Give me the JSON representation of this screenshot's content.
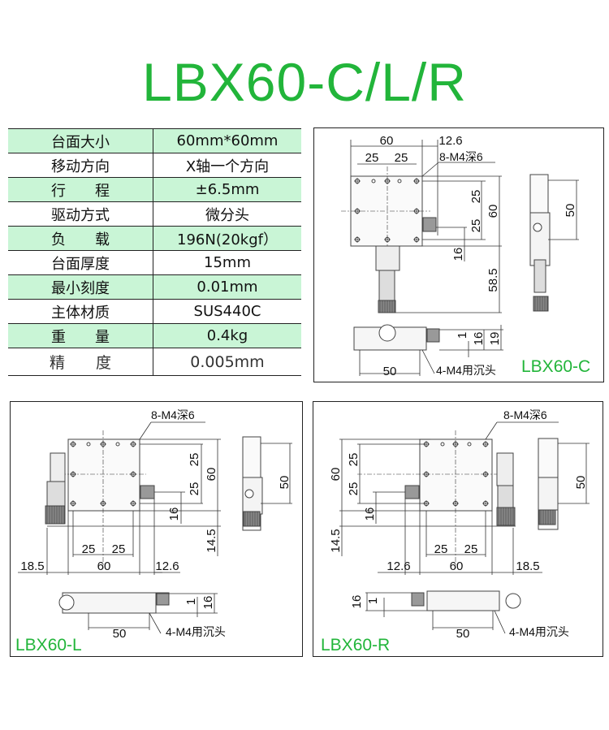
{
  "title": "LBX60-C/L/R",
  "spec_table": [
    {
      "label": "台面大小",
      "value": "60mm*60mm"
    },
    {
      "label": "移动方向",
      "value": "X轴一个方向"
    },
    {
      "label": "行　　程",
      "value": "±6.5mm"
    },
    {
      "label": "驱动方式",
      "value": "微分头"
    },
    {
      "label": "负　　载",
      "value": "196N(20kgf）"
    },
    {
      "label": "台面厚度",
      "value": "15mm"
    },
    {
      "label": "最小刻度",
      "value": "0.01mm"
    },
    {
      "label": "主体材质",
      "value": "SUS440C"
    },
    {
      "label": "重　　量",
      "value": "0.4kg"
    },
    {
      "label": "精　　度",
      "value": "0.005mm"
    }
  ],
  "drawings": {
    "c": {
      "model": "LBX60-C",
      "tap_note": "8-M4深6",
      "mount_note": "4-M4用沉头",
      "dims": {
        "width": "60",
        "offset": "12.6",
        "pitch_a": "25",
        "pitch_b": "25",
        "v_pitch_a": "25",
        "v_pitch_b": "25",
        "height": "60",
        "knob": "16",
        "micrometer": "58.5",
        "side": "50",
        "b1": "1",
        "b16": "16",
        "b19": "19",
        "base": "50"
      }
    },
    "l": {
      "model": "LBX60-L",
      "tap_note": "8-M4深6",
      "mount_note": "4-M4用沉头",
      "dims": {
        "v_pitch_a": "25",
        "v_pitch_b": "25",
        "height": "60",
        "knob": "16",
        "micrometer": "14.5",
        "pitch_a": "25",
        "pitch_b": "25",
        "left": "18.5",
        "width": "60",
        "offset": "12.6",
        "side": "50",
        "b1": "1",
        "b16": "16",
        "base": "50"
      }
    },
    "r": {
      "model": "LBX60-R",
      "tap_note": "8-M4深6",
      "mount_note": "4-M4用沉头",
      "dims": {
        "v_pitch_a": "25",
        "v_pitch_b": "25",
        "height": "60",
        "knob": "16",
        "micrometer": "14.5",
        "pitch_a": "25",
        "pitch_b": "25",
        "offset": "12.6",
        "width": "60",
        "right": "18.5",
        "side": "50",
        "b1": "1",
        "b16": "16",
        "base": "50"
      }
    }
  },
  "colors": {
    "accent": "#22b53a",
    "row_highlight": "#c9f5d6"
  }
}
